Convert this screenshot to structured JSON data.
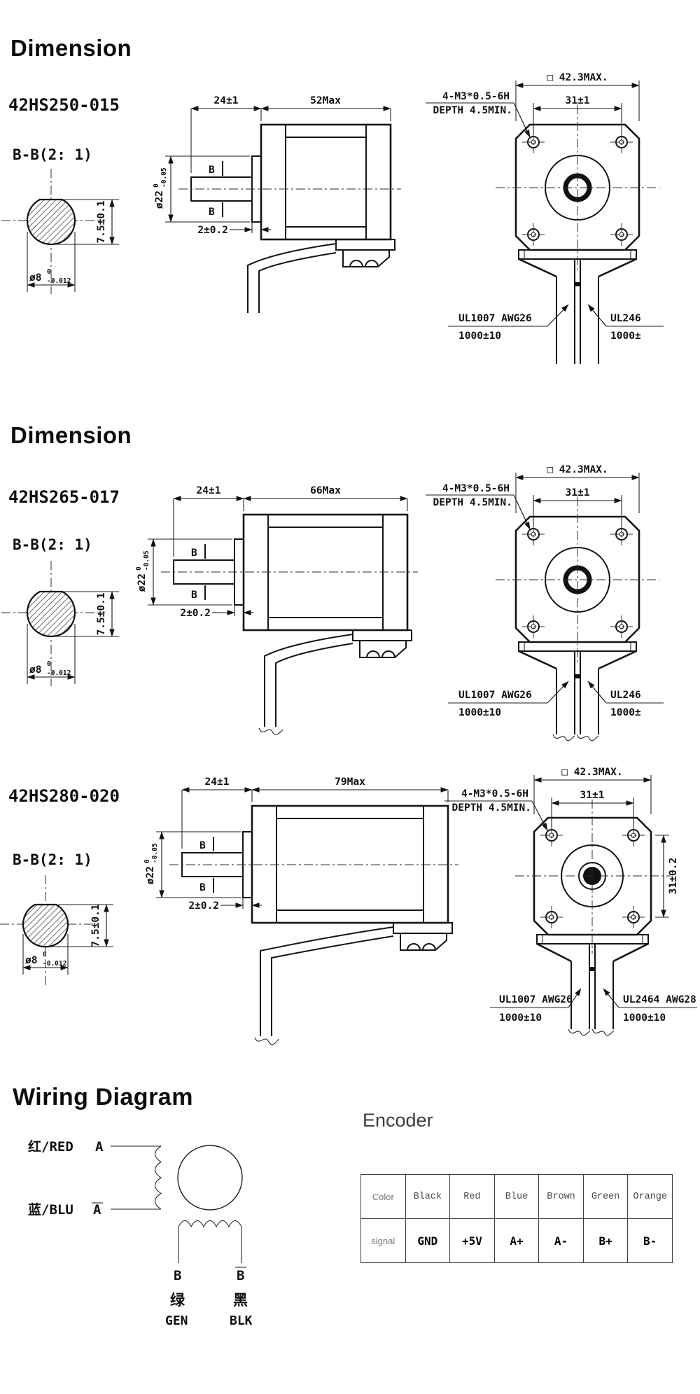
{
  "headings": {
    "dimension_1": "Dimension",
    "dimension_2": "Dimension",
    "wiring": "Wiring Diagram",
    "encoder": "Encoder"
  },
  "sections": [
    {
      "model": "42HS250-015",
      "view_label": "B-B(2: 1)",
      "b_mark": "B",
      "front_len": "24±1",
      "body_len": "52Max",
      "shaft_dia": "ø22",
      "shaft_dia_tol_up": "0",
      "shaft_dia_tol_dn": "-0.05",
      "boss_thick": "2±0.2",
      "flat_height": "7.5±0.1",
      "sec_dia": "ø8",
      "sec_dia_tol_up": "0",
      "sec_dia_tol_dn": "-0.012",
      "square_size": "□ 42.3MAX.",
      "hole_pitch": "31±1",
      "thread_spec": "4-M3*0.5-6H",
      "thread_depth": "DEPTH 4.5MIN.",
      "wire_left_type": "UL1007 AWG26",
      "wire_left_len": "1000±10",
      "wire_right_type": "UL246",
      "wire_right_len": "1000±"
    },
    {
      "model": "42HS265-017",
      "view_label": "B-B(2: 1)",
      "b_mark": "B",
      "front_len": "24±1",
      "body_len": "66Max",
      "shaft_dia": "ø22",
      "shaft_dia_tol_up": "0",
      "shaft_dia_tol_dn": "-0.05",
      "boss_thick": "2±0.2",
      "flat_height": "7.5±0.1",
      "sec_dia": "ø8",
      "sec_dia_tol_up": "0",
      "sec_dia_tol_dn": "-0.012",
      "square_size": "□ 42.3MAX.",
      "hole_pitch": "31±1",
      "thread_spec": "4-M3*0.5-6H",
      "thread_depth": "DEPTH 4.5MIN.",
      "wire_left_type": "UL1007 AWG26",
      "wire_left_len": "1000±10",
      "wire_right_type": "UL246",
      "wire_right_len": "1000±"
    },
    {
      "model": "42HS280-020",
      "view_label": "B-B(2: 1)",
      "b_mark": "B",
      "front_len": "24±1",
      "body_len": "79Max",
      "shaft_dia": "ø22",
      "shaft_dia_tol_up": "0",
      "shaft_dia_tol_dn": "-0.05",
      "boss_thick": "2±0.2",
      "flat_height": "7.5±0.1",
      "sec_dia": "ø8",
      "sec_dia_tol_up": "0",
      "sec_dia_tol_dn": "-0.012",
      "square_size": "□ 42.3MAX.",
      "hole_pitch": "31±1",
      "hole_pitch_v": "31±0.2",
      "thread_spec": "4-M3*0.5-6H",
      "thread_depth": "DEPTH 4.5MIN.",
      "wire_left_type": "UL1007 AWG26",
      "wire_left_len": "1000±10",
      "wire_right_type": "UL2464 AWG28",
      "wire_right_len": "1000±10"
    }
  ],
  "wiring": {
    "phase_a_color": "红/RED",
    "phase_a_pin": "A",
    "phase_abar_color": "蓝/BLU",
    "phase_abar_pin": "A",
    "phase_b_pin": "B",
    "phase_bbar_pin": "B",
    "b_wire_cn": "绿",
    "b_wire_en": "GEN",
    "bbar_wire_cn": "黑",
    "bbar_wire_en": "BLK",
    "encoder_table": {
      "corner_label": "Color",
      "row_label": "signal",
      "colors": [
        "Black",
        "Red",
        "Blue",
        "Brown",
        "Green",
        "Orange"
      ],
      "signals": [
        "GND",
        "+5V",
        "A+",
        "A-",
        "B+",
        "B-"
      ]
    }
  }
}
